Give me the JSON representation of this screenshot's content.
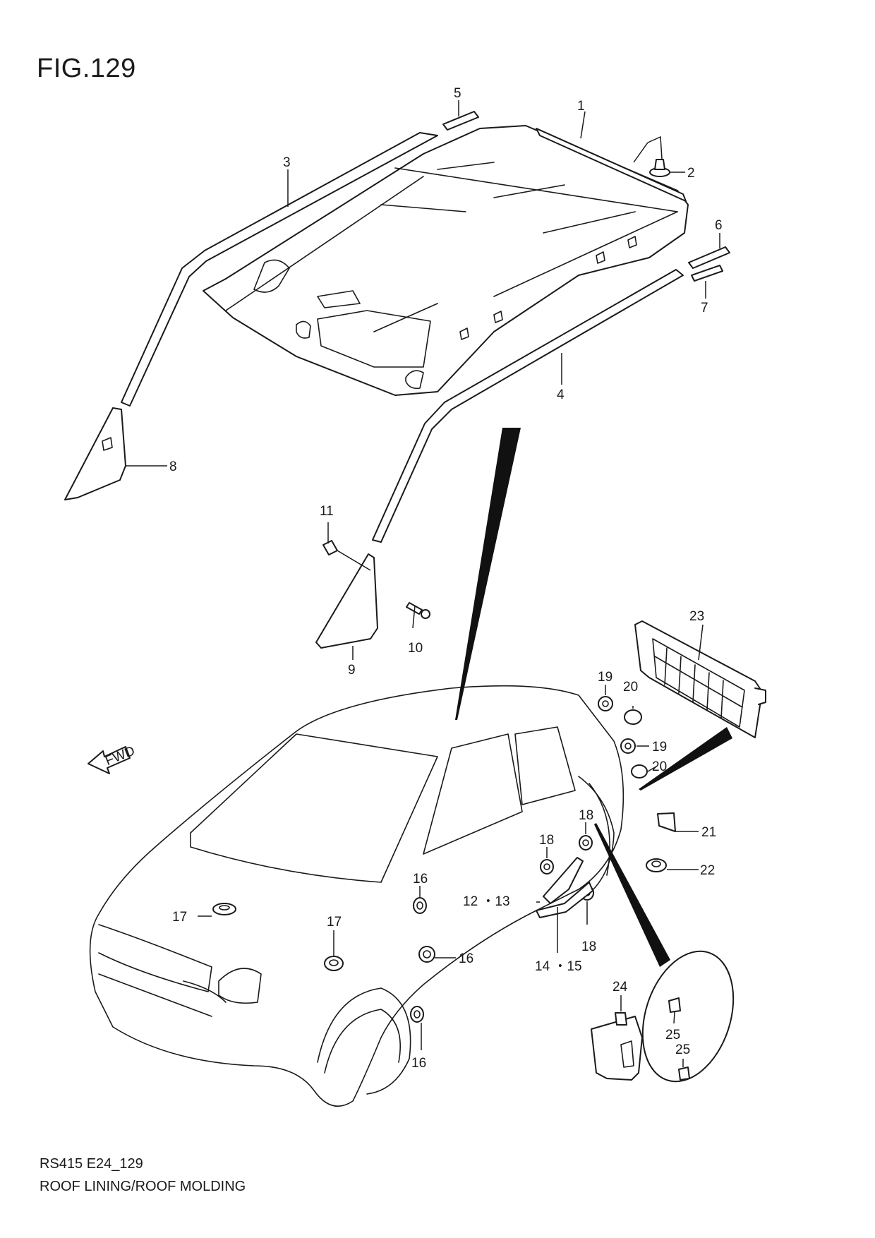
{
  "figure": {
    "title": "FIG.129",
    "code": "RS415 E24_129",
    "name": "ROOF LINING/ROOF MOLDING"
  },
  "fwd_label": "FWD",
  "callouts": {
    "c1": "1",
    "c2": "2",
    "c3": "3",
    "c4": "4",
    "c5": "5",
    "c6": "6",
    "c7": "7",
    "c8": "8",
    "c9": "9",
    "c10": "10",
    "c11": "11",
    "c12_13": "12 ・13",
    "c14_15": "14 ・15",
    "c16a": "16",
    "c16b": "16",
    "c16c": "16",
    "c17a": "17",
    "c17b": "17",
    "c18a": "18",
    "c18b": "18",
    "c18c": "18",
    "c19a": "19",
    "c19b": "19",
    "c20a": "20",
    "c20b": "20",
    "c21": "21",
    "c22": "22",
    "c23": "23",
    "c24": "24",
    "c25a": "25",
    "c25b": "25"
  }
}
